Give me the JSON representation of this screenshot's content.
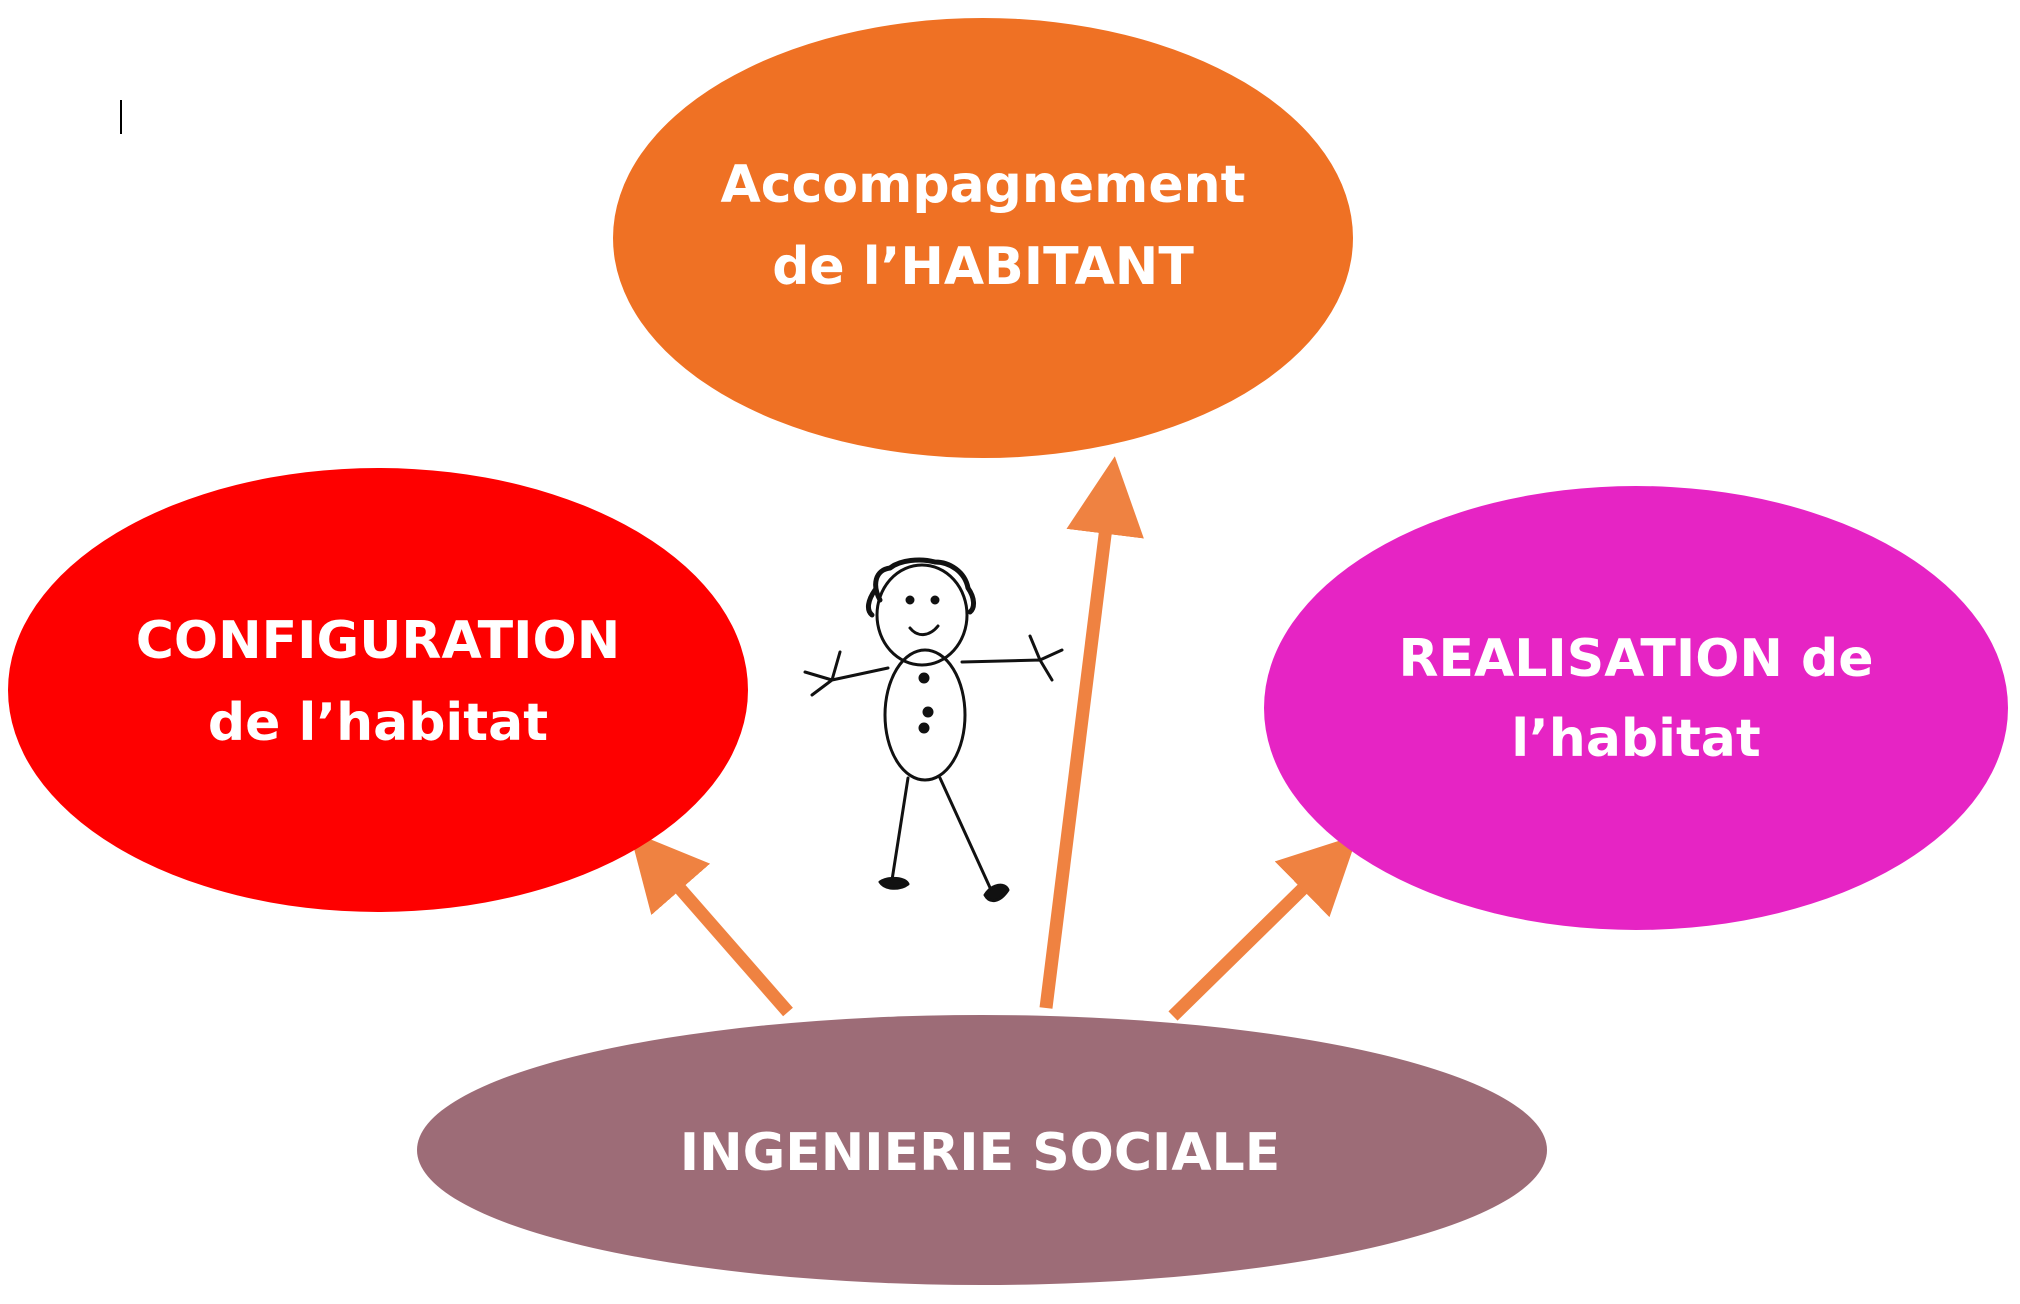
{
  "diagram": {
    "colors": {
      "accompagnement": "#ef7124",
      "configuration": "#fe0000",
      "realisation": "#e624c4",
      "ingenierie": "#9d6c77",
      "arrow": "#ef8241"
    },
    "nodes": {
      "accompagnement": {
        "line1": "Accompagnement",
        "line2": "de l’HABITANT"
      },
      "configuration": {
        "line1": "CONFIGURATION",
        "line2": "de l’habitat"
      },
      "realisation": {
        "line1": "REALISATION de",
        "line2": "l’habitat"
      },
      "ingenierie": {
        "line1": "INGENIERIE SOCIALE"
      }
    },
    "edges": [
      {
        "from": "ingenierie",
        "to": "configuration"
      },
      {
        "from": "ingenierie",
        "to": "accompagnement"
      },
      {
        "from": "ingenierie",
        "to": "realisation"
      }
    ],
    "illustration": "stick-figure"
  }
}
